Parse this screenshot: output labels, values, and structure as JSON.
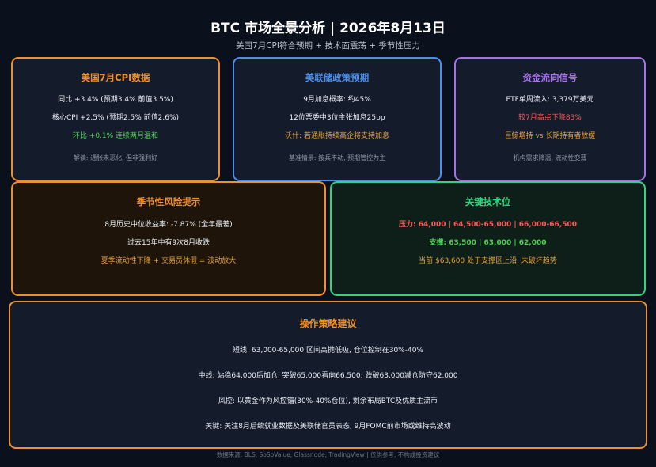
{
  "header": {
    "title": "BTC 市场全景分析 | 2026年8月13日",
    "subtitle": "美国7月CPI符合预期 + 技术面震荡 + 季节性压力"
  },
  "colors": {
    "orange": "#f0902a",
    "blue": "#4d8fe8",
    "purple": "#a673e6",
    "green": "#2ed480",
    "red": "#f25c5c",
    "light_green": "#48d44e",
    "gold": "#e8a23a"
  },
  "cards": {
    "cpi": {
      "title": "美国7月CPI数据",
      "line1": "同比 +3.4%  (预期3.4%  前值3.5%)",
      "line2": "核心CPI +2.5%  (预期2.5%  前值2.6%)",
      "line3": "环比 +0.1%  连续两月温和",
      "note": "解读: 通胀未恶化, 但非强利好"
    },
    "fed": {
      "title": "美联储政策预期",
      "line1": "9月加息概率: 约45%",
      "line2": "12位票委中3位主张加息25bp",
      "line3": "沃什: 若通胀持续高企将支持加息",
      "note": "基准情景: 按兵不动, 预期管控为主"
    },
    "flow": {
      "title": "资金流向信号",
      "line1": "ETF单周流入: 3,379万美元",
      "line2": "较7月高点下降83%",
      "line3": "巨鲸增持 vs 长期持有者放缓",
      "note": "机构需求降温, 流动性变薄"
    },
    "season": {
      "title": "季节性风险提示",
      "line1": "8月历史中位收益率: -7.87% (全年最差)",
      "line2": "过去15年中有9次8月收跌",
      "line3": "夏季流动性下降 + 交易员休假 = 波动放大"
    },
    "levels": {
      "title": "关键技术位",
      "line1": "压力: 64,000  |  64,500-65,000  |  66,000-66,500",
      "line2": "支撑: 63,500  |  63,000  |  62,000",
      "line3": "当前 $63,600 处于支撑区上沿, 未破坏趋势"
    },
    "strategy": {
      "title": "操作策略建议",
      "line1": "短线: 63,000-65,000 区间高抛低吸, 仓位控制在30%-40%",
      "line2": "中线: 站稳64,000后加仓, 突破65,000看向66,500; 跌破63,000减仓防守62,000",
      "line3": "风控: 以黄金作为风控锚(30%-40%仓位), 剩余布局BTC及优质主流币",
      "line4": "关键: 关注8月后续就业数据及美联储官员表态, 9月FOMC前市场或维持高波动"
    }
  },
  "footer": "数据来源: BLS, SoSoValue, Glassnode, TradingView | 仅供参考, 不构成投资建议"
}
